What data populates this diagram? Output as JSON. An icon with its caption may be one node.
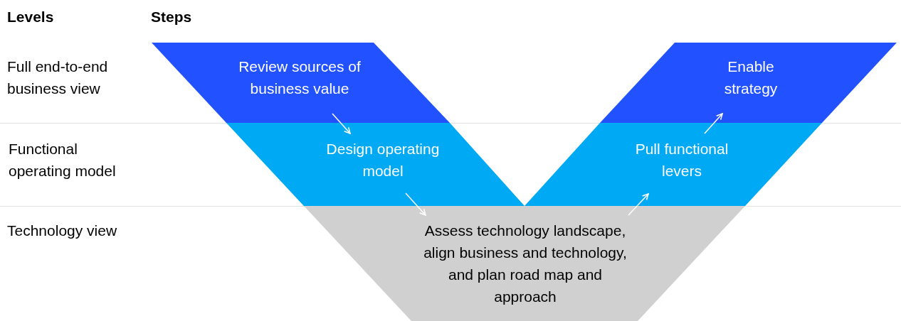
{
  "diagram": {
    "nodes": [
      {
        "text": [
          "Review sources of business value"
        ]
      },
      {
        "text": [
          "Enable strategy"
        ]
      },
      {
        "text": [
          "Design operating model"
        ]
      },
      {
        "text": [
          "Pull functional levers"
        ]
      },
      {
        "text": [
          "Assess technology landscape, align business and technology, and plan road map and approach"
        ]
      }
    ],
    "edges": [
      {
        "from": 0,
        "to": 2,
        "arrow": "to"
      },
      {
        "from": 2,
        "to": 4,
        "arrow": "to"
      },
      {
        "from": 4,
        "to": 3,
        "arrow": "to"
      },
      {
        "from": 3,
        "to": 1,
        "arrow": "to"
      }
    ],
    "labels": [
      "Levels",
      "Steps",
      "Full end-to-end business view",
      "Functional operating model",
      "Technology view"
    ]
  }
}
